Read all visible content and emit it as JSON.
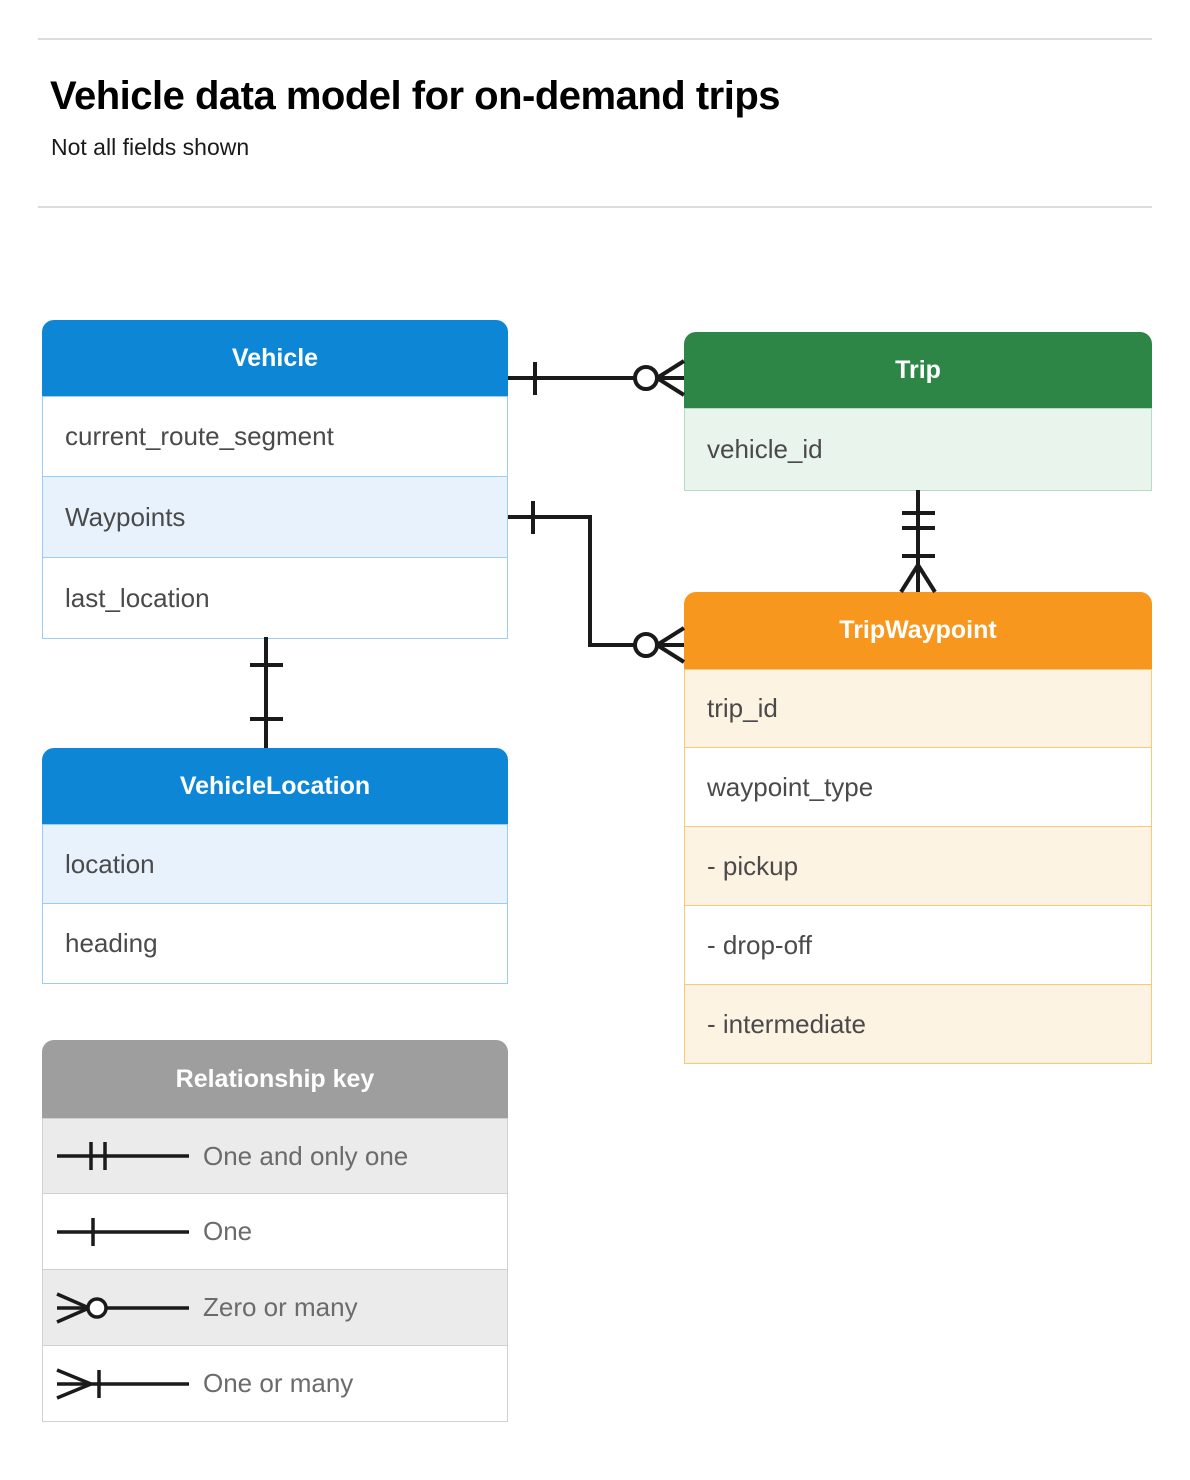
{
  "header": {
    "title": "Vehicle data model for on-demand trips",
    "subtitle": "Not all fields shown"
  },
  "entities": [
    {
      "id": "vehicle",
      "name": "Vehicle",
      "color": "#0D86D5",
      "fields": [
        {
          "label": "current_route_segment"
        },
        {
          "label": "Waypoints"
        },
        {
          "label": "last_location"
        }
      ]
    },
    {
      "id": "trip",
      "name": "Trip",
      "color": "#2E8646",
      "fields": [
        {
          "label": "vehicle_id"
        }
      ]
    },
    {
      "id": "tripwaypoint",
      "name": "TripWaypoint",
      "color": "#F7971D",
      "fields": [
        {
          "label": "trip_id"
        },
        {
          "label": "waypoint_type"
        },
        {
          "label": "  -  pickup"
        },
        {
          "label": "  -  drop-off"
        },
        {
          "label": "  -  intermediate"
        }
      ]
    },
    {
      "id": "vehiclelocation",
      "name": "VehicleLocation",
      "color": "#0D86D5",
      "fields": [
        {
          "label": "location"
        },
        {
          "label": "heading"
        }
      ]
    }
  ],
  "legend": {
    "title": "Relationship key",
    "color": "#9e9e9e",
    "items": [
      {
        "symbol": "one-and-only-one-icon",
        "label": "One and only one"
      },
      {
        "symbol": "one-icon",
        "label": "One"
      },
      {
        "symbol": "zero-or-many-icon",
        "label": "Zero or many"
      },
      {
        "symbol": "one-or-many-icon",
        "label": "One or many"
      }
    ]
  },
  "relationships": [
    {
      "from": "Vehicle",
      "to": "Trip",
      "from_cardinality": "One",
      "to_cardinality": "Zero or many"
    },
    {
      "from": "Vehicle.Waypoints",
      "to": "TripWaypoint",
      "from_cardinality": "One",
      "to_cardinality": "Zero or many"
    },
    {
      "from": "Trip",
      "to": "TripWaypoint",
      "from_cardinality": "One and only one",
      "to_cardinality": "One or many"
    },
    {
      "from": "Vehicle",
      "to": "VehicleLocation",
      "from_cardinality": "One",
      "to_cardinality": "One"
    }
  ]
}
